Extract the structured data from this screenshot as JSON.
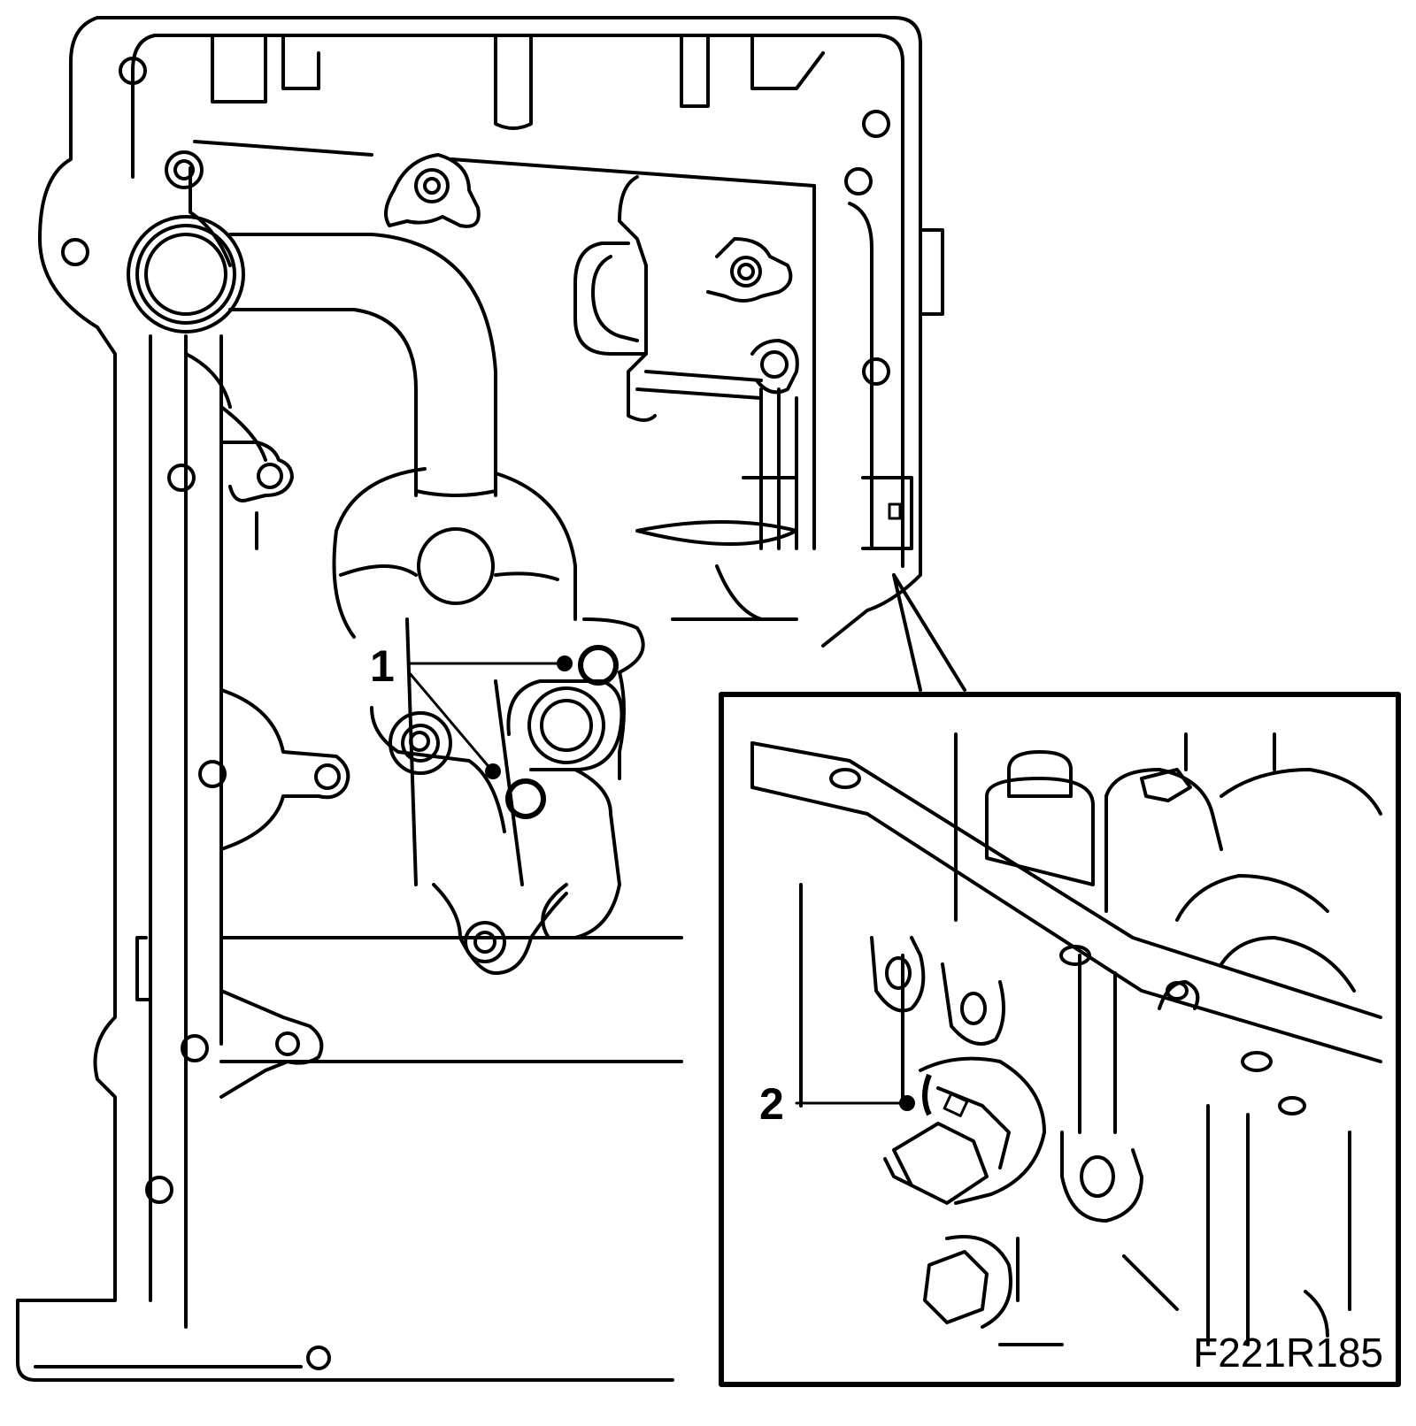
{
  "callouts": [
    {
      "id": "1",
      "label": "1"
    },
    {
      "id": "2",
      "label": "2"
    }
  ],
  "figure_code": "F221R185"
}
